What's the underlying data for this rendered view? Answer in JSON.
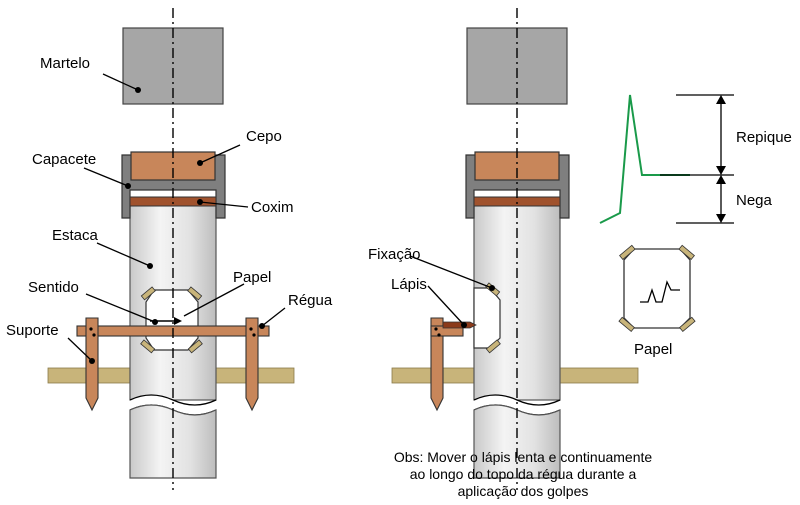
{
  "left": {
    "hammer_label": "Martelo",
    "cepo_label": "Cepo",
    "capacete_label": "Capacete",
    "coxim_label": "Coxim",
    "estaca_label": "Estaca",
    "papel_label": "Papel",
    "sentido_label": "Sentido",
    "regua_label": "Régua",
    "suporte_label": "Suporte"
  },
  "right": {
    "fixacao_label": "Fixação",
    "lapis_label": "Lápis",
    "papel_label": "Papel",
    "repique_label": "Repique",
    "nega_label": "Nega",
    "obs_lines": [
      "Obs: Mover o lápis lenta e continuamente",
      "ao longo do topo da régua durante a",
      "aplicação dos golpes"
    ]
  },
  "colors": {
    "hammer": "#a6a6a6",
    "cap": "#7f7f7f",
    "cepo": "#c8865a",
    "coxim": "#a0522d",
    "ground": "#c8b47a",
    "wood": "#c8865a",
    "trace": "#1a9a4a"
  }
}
